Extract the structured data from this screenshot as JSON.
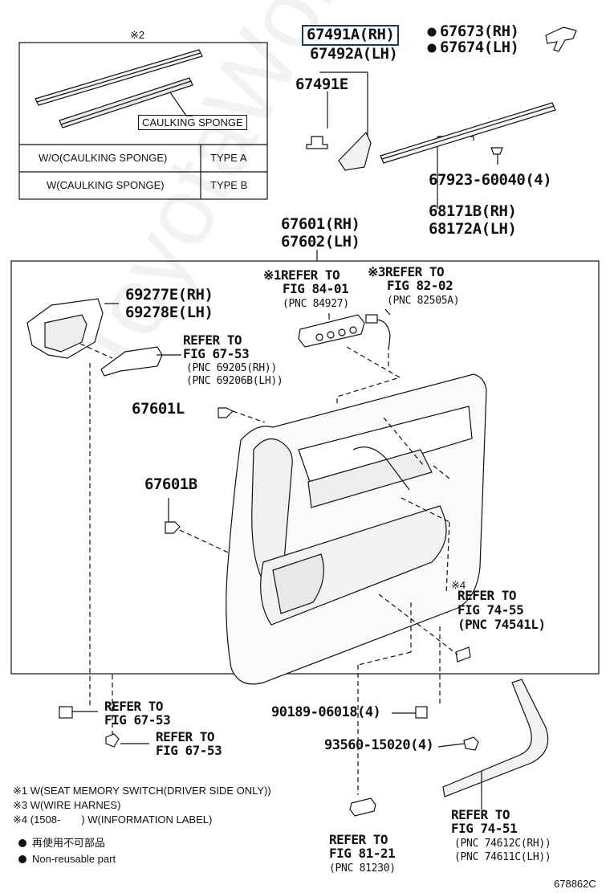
{
  "watermark": "ToyotaWorkshop.ru",
  "figure_code": "678862C",
  "inset": {
    "mark": "※2",
    "caulking_label": "CAULKING SPONGE",
    "rows": [
      {
        "condition": "W/O(CAULKING SPONGE)",
        "type": "TYPE A"
      },
      {
        "condition": "W(CAULKING SPONGE)",
        "type": "TYPE B"
      }
    ]
  },
  "labels": {
    "p67491a": "67491A(RH)",
    "p67492a": "67492A(LH)",
    "p67491e": "67491E",
    "p67673": "67673(RH)",
    "p67674": "67674(LH)",
    "p67923": "67923-60040(4)",
    "p68171b": "68171B(RH)",
    "p68172a": "68172A(LH)",
    "mark2": "※2",
    "p67601": "67601(RH)",
    "p67602": "67602(LH)",
    "p69277e": "69277E(RH)",
    "p69278e": "69278E(LH)",
    "p67601l": "67601L",
    "p67601b": "67601B",
    "p90189": "90189-06018(4)",
    "p93560": "93560-15020(4)"
  },
  "refs": {
    "fig84": {
      "mark": "※1",
      "line1": "REFER TO",
      "line2": "FIG 84-01",
      "pnc": "(PNC 84927)"
    },
    "fig82": {
      "mark": "※3",
      "line1": "REFER TO",
      "line2": "FIG 82-02",
      "pnc": "(PNC 82505A)"
    },
    "fig67a": {
      "line1": "REFER TO",
      "line2": "FIG 67-53",
      "pnc1": "(PNC 69205(RH))",
      "pnc2": "(PNC 69206B(LH))"
    },
    "fig74_55": {
      "mark": "※4",
      "line1": "REFER TO",
      "line2": "FIG 74-55",
      "pnc": "(PNC 74541L)"
    },
    "fig67b": {
      "line1": "REFER TO",
      "line2": "FIG 67-53"
    },
    "fig67c": {
      "line1": "REFER TO",
      "line2": "FIG 67-53"
    },
    "fig81": {
      "line1": "REFER TO",
      "line2": "FIG 81-21",
      "pnc": "(PNC 81230)"
    },
    "fig74_51": {
      "line1": "REFER TO",
      "line2": "FIG 74-51",
      "pnc1": "(PNC 74612C(RH))",
      "pnc2": "(PNC 74611C(LH))"
    }
  },
  "notes": [
    "※1 W(SEAT MEMORY SWITCH(DRIVER SIDE ONLY))",
    "※3 W(WIRE HARNES)",
    "※4 (1508-　　) W(INFORMATION LABEL)"
  ],
  "legend": {
    "jp": "再使用不可部品",
    "en": "Non-reusable part"
  }
}
